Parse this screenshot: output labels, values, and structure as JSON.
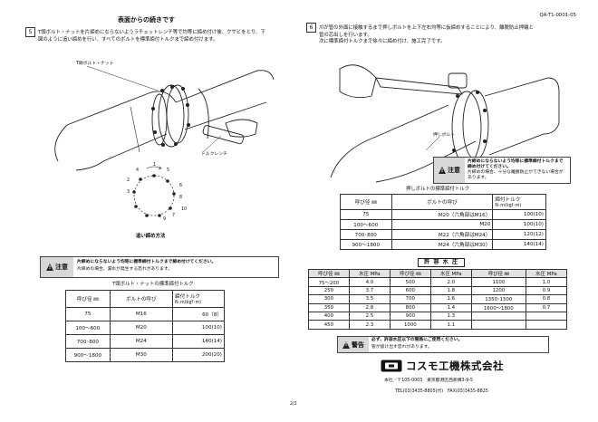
{
  "doc_id": "QA-T1-0001-05",
  "page_number": "2/2",
  "heading": "表面からの続きです",
  "step5": {
    "number": "5",
    "text_line1": "T頭ボルト・ナットを片締めにならないようラチェットレンチ等で均等に締め付け後、クサビをとり、下",
    "text_line2": "図のように追い締めを行い、すべてのボルトを標準締付トルクまで締め付けます。"
  },
  "fig1": {
    "label_bolt": "T頭ボルト・ナット",
    "label_wrench": "トルクレンチ",
    "order_numbers": [
      "1",
      "2",
      "3",
      "4",
      "5",
      "6",
      "7",
      "8",
      "9",
      "10"
    ],
    "order_caption": "追い締め方法"
  },
  "caution1": {
    "label": "注意",
    "bold_text": "片締めにならないよう均等に標準締付トルクまで締め付けてください。",
    "text": "片締めの場合、漏水が発生する恐れがあります。"
  },
  "table1": {
    "title": "T頭ボルト・ナットの標準締付トルク",
    "headers": [
      "呼び径 ㎜",
      "ボルトの呼び",
      "締付トルク",
      "N･m(kgf･m)"
    ],
    "rows": [
      [
        "75",
        "M16",
        "60（8）"
      ],
      [
        "100〜600",
        "M20",
        "100(10)"
      ],
      [
        "700･800",
        "M24",
        "140(14)"
      ],
      [
        "900〜1800",
        "M30",
        "200(20)"
      ]
    ]
  },
  "step6": {
    "number": "6",
    "text_line1": "爪が管の外面に接触するまで押しボルトを上下左右均等に仮締めすることにより、離脱防止押輪と",
    "text_line2": "管の芯出しを行います。",
    "text_line3": "次に標準締付トルクまで徐々に締め付け、施工完了です。"
  },
  "fig2": {
    "label_push_bolt": "押しボルト"
  },
  "caution2": {
    "label": "注意",
    "bold_text": "片締めにならないよう均等に標準締付トルクまで締め付けてください。",
    "text": "片締めの場合、十分な離脱防止ができない場合があります。"
  },
  "table2": {
    "title": "押しボルトの標準締付トルク",
    "headers": [
      "呼び径 ㎜",
      "ボルトの呼び",
      "締付トルク",
      "N･m(kgf･m)"
    ],
    "rows": [
      [
        "75",
        "M20（六角部はM16）",
        "100(10)"
      ],
      [
        "100〜600",
        "M20",
        "100(10)"
      ],
      [
        "700･800",
        "M22（六角部はM24）",
        "120(12)"
      ],
      [
        "900〜1800",
        "M24（六角部はM30）",
        "140(14)"
      ]
    ]
  },
  "table3": {
    "title": "許 容 水 圧",
    "headers": [
      "呼び径 ㎜",
      "水圧 MPa",
      "呼び径 ㎜",
      "水圧 MPa",
      "呼び径 ㎜",
      "水圧 MPa"
    ],
    "rows": [
      [
        "75〜200",
        "4.0",
        "500",
        "2.0",
        "1100",
        "1.0"
      ],
      [
        "250",
        "3.7",
        "600",
        "1.8",
        "1200",
        "0.9"
      ],
      [
        "300",
        "3.5",
        "700",
        "1.6",
        "1350･1500",
        "0.8"
      ],
      [
        "350",
        "2.8",
        "800",
        "1.4",
        "1600〜1800",
        "0.7"
      ],
      [
        "400",
        "2.5",
        "900",
        "1.3",
        "",
        ""
      ],
      [
        "450",
        "2.3",
        "1000",
        "1.1",
        "",
        ""
      ]
    ]
  },
  "warning": {
    "label": "警告",
    "bold_text": "必ず、許容水圧以下の管路にご使用ください。",
    "text": "管が抜け出す恐れがあります。"
  },
  "company": {
    "logo_text": "コスモ工機株式会社",
    "address": "本社／〒105-0003　東京都港区西新橋3-9-5",
    "tel": "TEL(03)3435-8805(代)　FAX(03)3435-8825"
  },
  "colors": {
    "ink": "#111111",
    "label_bg": "#d8d8d8",
    "highlight": "#c9c9c9"
  }
}
